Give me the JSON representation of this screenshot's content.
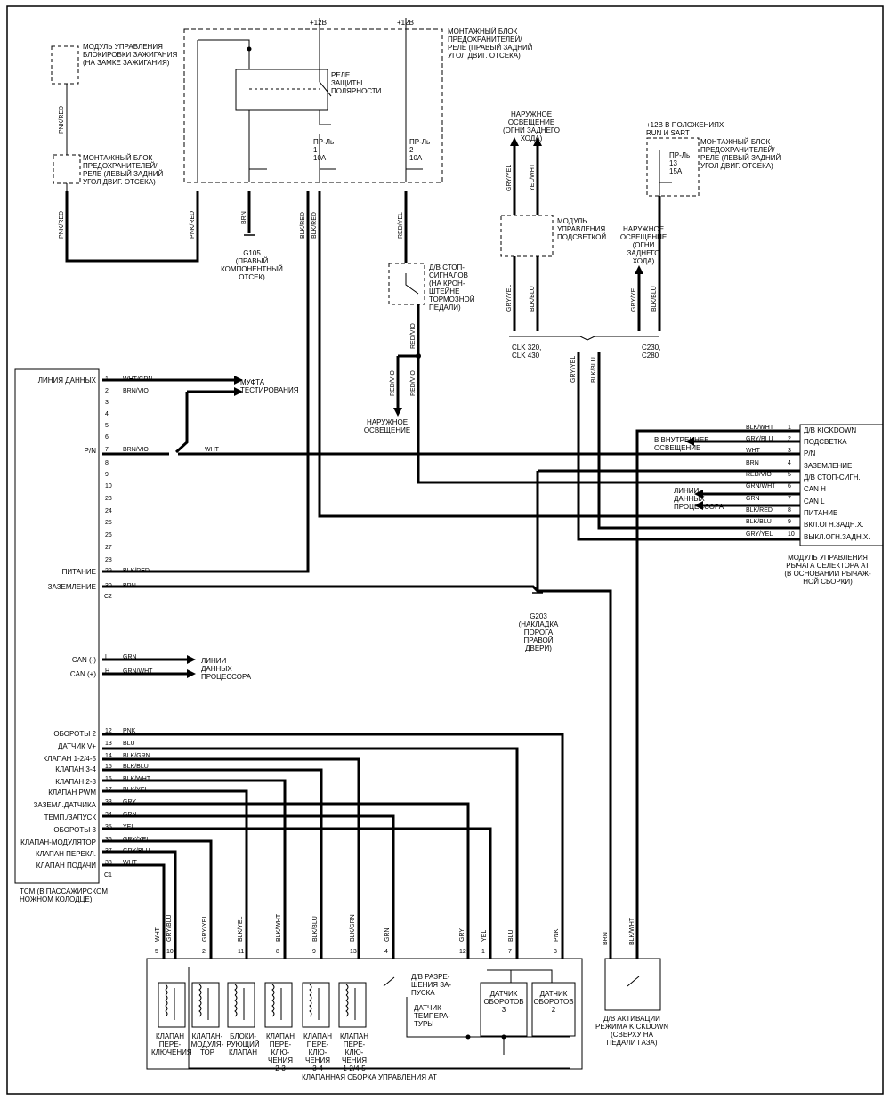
{
  "power": {
    "v12_left": "+12B",
    "v12_right": "+12B"
  },
  "ignition_module": "МОДУЛЬ УПРАВЛЕНИЯ\nБЛОКИРОВКИ ЗАЖИГАНИЯ\n(НА ЗАМКЕ ЗАЖИГАНИЯ)",
  "fuse_block_left": "МОНТАЖНЫЙ БЛОК\nПРЕДОХРАНИТЕЛЕЙ/\nРЕЛЕ (ЛЕВЫЙ ЗАДНИЙ\nУГОЛ ДВИГ. ОТСЕКА)",
  "fuse_block_right": "МОНТАЖНЫЙ БЛОК\nПРЕДОХРАНИТЕЛЕЙ/\nРЕЛЕ (ПРАВЫЙ ЗАДНИЙ\nУГОЛ ДВИГ. ОТСЕКА)",
  "fuse_block_left2": "МОНТАЖНЫЙ БЛОК\nПРЕДОХРАНИТЕЛЕЙ/\nРЕЛЕ (ЛЕВЫЙ ЗАДНИЙ\nУГОЛ ДВИГ. ОТСЕКА)",
  "relay_label": "РЕЛЕ\nЗАЩИТЫ\nПОЛЯРНОСТИ",
  "fuse1": "ПР-Ль\n1\n10A",
  "fuse2": "ПР-Ль\n2\n10A",
  "fuse13": "ПР-Ль\n13\n15A",
  "run_start": "+12B В ПОЛОЖЕНИЯХ\nRUN И SART",
  "g105": "G105\n(ПРАВЫЙ\nКОМПОНЕНТНЫЙ\nОТСЕК)",
  "brake_switch": "Д/В СТОП-\nСИГНАЛОВ\n(НА КРОН-\nШТЕЙНЕ\nТОРМОЗНОЙ\nПЕДАЛИ)",
  "ext_light_top1": "НАРУЖНОЕ\nОСВЕЩЕНИЕ\n(ОГНИ ЗАДНЕГО\nХОДА)",
  "ext_light_top2": "НАРУЖНОЕ\nОСВЕЩЕНИЕ\n(ОГНИ\nЗАДНЕГО\nХОДА)",
  "ext_light_mid": "НАРУЖНОЕ\nОСВЕЩЕНИЕ",
  "lighting_module": "МОДУЛЬ\nУПРАВЛЕНИЯ\nПОДСВЕТКОЙ",
  "clk_label": "CLK 320,\nCLK 430",
  "c230_label": "C230,\nC280",
  "muftа": "МУФТА\nТЕСТИРОВАНИЯ",
  "g203": "G203\n(НАКЛАДКА\nПОРОГА\nПРАВОЙ\nДВЕРИ)",
  "selector_module": "МОДУЛЬ УПРАВЛЕНИЯ\nРЫЧАГА СЕЛЕКТОРА АТ\n(В ОСНОВАНИИ РЫЧАЖ-\nНОЙ СБОРКИ)",
  "interior_light": "В ВНУТРЕННЕЕ\nОСВЕЩЕНИЕ",
  "data_lines_mid": "ЛИНИИ\nДАННЫХ\nПРОЦЕССОРА",
  "data_lines_can": "ЛИНИИ\nДАННЫХ\nПРОЦЕССОРА",
  "tcm_label": "TCM (В ПАССАЖИРСКОМ\nНОЖНОМ КОЛОДЦЕ)",
  "tcm_pins": [
    {
      "pin": "1",
      "wire": "WHT/GRN",
      "name": "ЛИНИЯ ДАННЫХ"
    },
    {
      "pin": "2",
      "wire": "BRN/VIO",
      "name": ""
    },
    {
      "pin": "3",
      "wire": "",
      "name": ""
    },
    {
      "pin": "4",
      "wire": "",
      "name": ""
    },
    {
      "pin": "5",
      "wire": "",
      "name": ""
    },
    {
      "pin": "6",
      "wire": "",
      "name": ""
    },
    {
      "pin": "7",
      "wire": "BRN/VIO",
      "name": "P/N"
    },
    {
      "pin": "8",
      "wire": "",
      "name": ""
    },
    {
      "pin": "9",
      "wire": "",
      "name": ""
    },
    {
      "pin": "10",
      "wire": "",
      "name": ""
    },
    {
      "pin": "23",
      "wire": "",
      "name": ""
    },
    {
      "pin": "24",
      "wire": "",
      "name": ""
    },
    {
      "pin": "25",
      "wire": "",
      "name": ""
    },
    {
      "pin": "26",
      "wire": "",
      "name": ""
    },
    {
      "pin": "27",
      "wire": "",
      "name": ""
    },
    {
      "pin": "28",
      "wire": "",
      "name": ""
    },
    {
      "pin": "29",
      "wire": "BLK/RED",
      "name": "ПИТАНИЕ"
    },
    {
      "pin": "30",
      "wire": "BRN",
      "name": "ЗАЗЕМЛЕНИЕ"
    }
  ],
  "tcm_can": [
    {
      "pin": "L",
      "wire": "GRN",
      "name": "CAN (-)"
    },
    {
      "pin": "H",
      "wire": "GRN/WHT",
      "name": "CAN (+)"
    }
  ],
  "tcm_pins2": [
    {
      "pin": "12",
      "wire": "PNK",
      "name": "ОБОРОТЫ 2"
    },
    {
      "pin": "13",
      "wire": "BLU",
      "name": "ДАТЧИК V+"
    },
    {
      "pin": "14",
      "wire": "BLK/GRN",
      "name": "КЛАПАН 1-2/4-5"
    },
    {
      "pin": "15",
      "wire": "BLK/BLU",
      "name": "КЛАПАН 3-4"
    },
    {
      "pin": "16",
      "wire": "BLK/WHT",
      "name": "КЛАПАН 2-3"
    },
    {
      "pin": "17",
      "wire": "BLK/YEL",
      "name": "КЛАПАН PWM"
    },
    {
      "pin": "33",
      "wire": "GRY",
      "name": "ЗАЗЕМЛ.ДАТЧИКА"
    },
    {
      "pin": "34",
      "wire": "GRN",
      "name": "ТЕМП./ЗАПУСК"
    },
    {
      "pin": "35",
      "wire": "YEL",
      "name": "ОБОРОТЫ 3"
    },
    {
      "pin": "36",
      "wire": "GRY/YEL",
      "name": "КЛАПАН-МОДУЛЯТОР"
    },
    {
      "pin": "37",
      "wire": "GRY/BLU",
      "name": "КЛАПАН ПЕРЕКЛ."
    },
    {
      "pin": "38",
      "wire": "WHT",
      "name": "КЛАПАН ПОДАЧИ"
    }
  ],
  "c1": "C1",
  "c2": "C2",
  "sel_pins": [
    {
      "pin": "1",
      "wire": "BLK/WHT",
      "name": "Д/В KICKDOWN"
    },
    {
      "pin": "2",
      "wire": "GRY/BLU",
      "name": "ПОДСВЕТКА"
    },
    {
      "pin": "3",
      "wire": "WHT",
      "name": "P/N"
    },
    {
      "pin": "4",
      "wire": "BRN",
      "name": "ЗАЗЕМЛЕНИЕ"
    },
    {
      "pin": "5",
      "wire": "RED/VIO",
      "name": "Д/В СТОП-СИГН."
    },
    {
      "pin": "6",
      "wire": "GRN/WHT",
      "name": "CAN H"
    },
    {
      "pin": "7",
      "wire": "GRN",
      "name": "CAN L"
    },
    {
      "pin": "8",
      "wire": "BLK/RED",
      "name": "ПИТАНИЕ"
    },
    {
      "pin": "9",
      "wire": "BLK/BLU",
      "name": "ВКЛ.ОГН.ЗАДН.Х."
    },
    {
      "pin": "10",
      "wire": "GRY/YEL",
      "name": "ВЫКЛ.ОГН.ЗАДН.Х."
    }
  ],
  "pn_wire_right": "WHT",
  "wires_top": {
    "pnk_red": "PNK/RED",
    "pnk_red2": "PNK/RED",
    "pnk_red3": "PNK/RED",
    "brn": "BRN",
    "blk_red1": "BLK/RED",
    "blk_red2": "BLK/RED",
    "red_yel": "RED/YEL",
    "red_vio1": "RED/VIO",
    "red_vio2": "RED/VIO",
    "red_vio3": "RED/VIO",
    "gry_yel_t": "GRY/YEL",
    "yel_wht_t": "YEL/WHT",
    "gry_yel_m": "GRY/YEL",
    "blk_blu_m": "BLK/BLU",
    "gry_yel_r": "GRY/YEL",
    "blk_blu_r": "BLK/BLU",
    "gry_yel_d": "GRY/YEL",
    "blk_blu_d": "BLK/BLU"
  },
  "valve_body_pins": [
    {
      "pin": "5",
      "wire": "WHT"
    },
    {
      "pin": "10",
      "wire": "GRY/BLU"
    },
    {
      "pin": "2",
      "wire": "GRY/YEL"
    },
    {
      "pin": "11",
      "wire": "BLK/YEL"
    },
    {
      "pin": "8",
      "wire": "BLK/WHT"
    },
    {
      "pin": "9",
      "wire": "BLK/BLU"
    },
    {
      "pin": "13",
      "wire": "BLK/GRN"
    },
    {
      "pin": "4",
      "wire": "GRN"
    },
    {
      "pin": "12",
      "wire": "GRY"
    },
    {
      "pin": "1",
      "wire": "YEL"
    },
    {
      "pin": "7",
      "wire": "BLU"
    },
    {
      "pin": "3",
      "wire": "PNK"
    }
  ],
  "kickdown_wires": {
    "brn": "BRN",
    "blk_wht": "BLK/WHT"
  },
  "valves": [
    "КЛАПАН\nПЕРЕ-\nКЛЮЧЕНИЯ",
    "КЛАПАН-\nМОДУЛЯ-\nТОР",
    "БЛОКИ-\nРУЮЩИЙ\nКЛАПАН",
    "КЛАПАН\nПЕРЕ-\nКЛЮ-\nЧЕНИЯ\n2-3",
    "КЛАПАН\nПЕРЕ-\nКЛЮ-\nЧЕНИЯ\n3-4",
    "КЛАПАН\nПЕРЕ-\nКЛЮ-\nЧЕНИЯ\n1-2/4-5"
  ],
  "start_switch": "Д/В РАЗРЕ-\nШЕНИЯ ЗА-\nПУСКА",
  "temp_sensor": "ДАТЧИК\nТЕМПЕРА-\nТУРЫ",
  "speed3": "ДАТЧИК\nОБОРОТОВ\n3",
  "speed2": "ДАТЧИК\nОБОРОТОВ\n2",
  "valve_assy": "КЛАПАННАЯ СБОРКА УПРАВЛЕНИЯ АТ",
  "kickdown_switch": "Д/В АКТИВАЦИИ\nРЕЖИМА KICKDOWN\n(СВЕРХУ НА\nПЕДАЛИ ГАЗА)"
}
